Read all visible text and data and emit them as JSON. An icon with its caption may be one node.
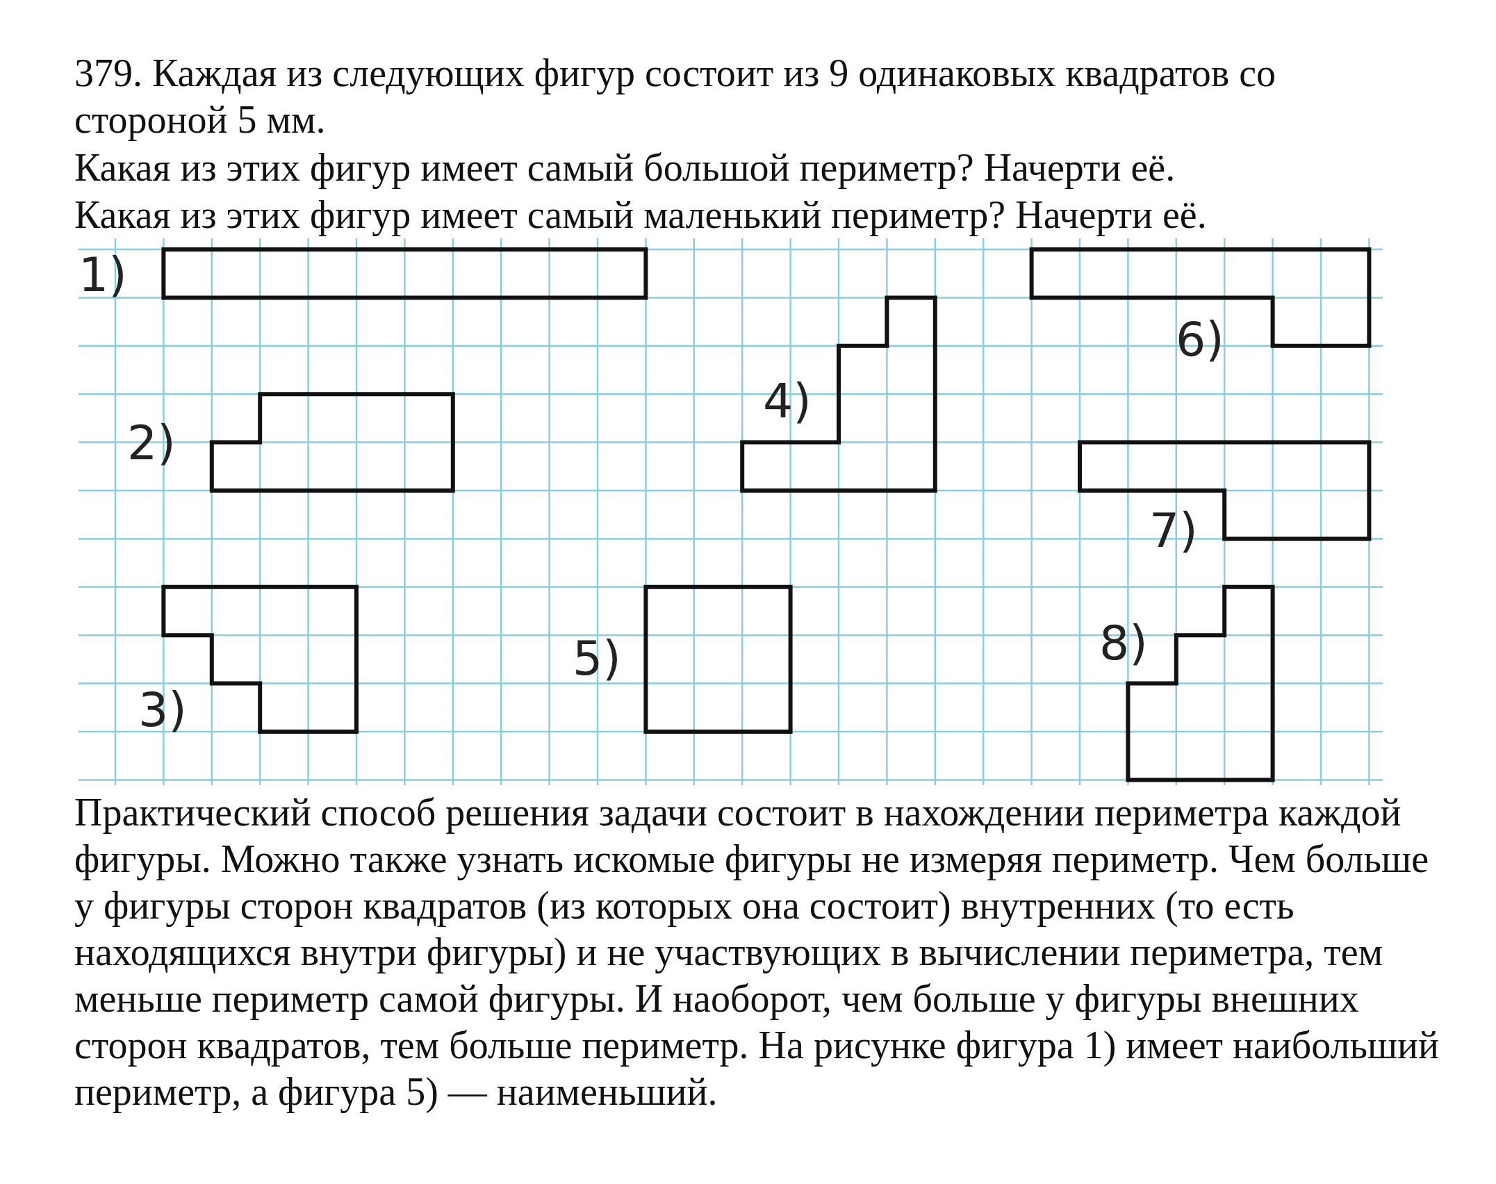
{
  "diagram": {
    "title": "379. Каждая из следующих фигур состоит из 9 одинаковых квадратов со стороной 5 мм.",
    "nodes": [
      {
        "text": [],
        "shape": "box",
        "beside": [
          "1)"
        ]
      },
      {
        "text": [],
        "shape": "polygon",
        "beside": [
          "2)"
        ]
      },
      {
        "text": [],
        "shape": "polygon",
        "beside": [
          "3)"
        ]
      },
      {
        "text": [],
        "shape": "polygon",
        "beside": [
          "4)"
        ]
      },
      {
        "text": [],
        "shape": "box",
        "beside": [
          "5)"
        ]
      },
      {
        "text": [],
        "shape": "polygon",
        "beside": [
          "6)"
        ]
      },
      {
        "text": [],
        "shape": "polygon",
        "beside": [
          "7)"
        ]
      },
      {
        "text": [],
        "shape": "polygon",
        "beside": [
          "8)"
        ]
      }
    ],
    "labels": [
      "Какая из этих фигур имеет самый большой периметр? Начерти её.",
      "Какая из этих фигур имеет самый маленький периметр? Начерти её.",
      "Практический способ решения задачи состоит в нахождении периметра каждой фигуры. Можно также узнать искомые фигуры не измеряя периметр. Чем больше у фигуры сторон квадратов (из которых она состоит) внутренних (то есть находящихся внутри фигуры) и не участвующих в вычислении периметра, тем меньше периметр самой фигуры. И наоборот, чем больше у фигуры внешних сторон квадратов, тем больше периметр. На рисунке фигура 1) имеет наибольший периметр, а фигура 5) — наименьший."
    ]
  }
}
